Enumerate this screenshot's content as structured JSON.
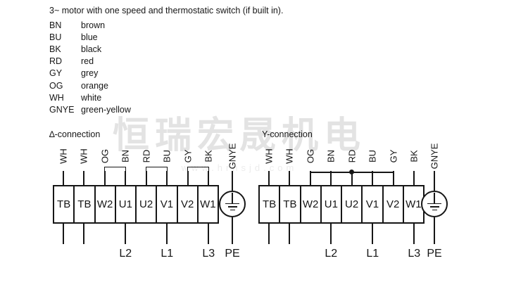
{
  "title": "3~ motor with one speed and thermostatic switch (if built in).",
  "legend": [
    {
      "code": "BN",
      "name": "brown"
    },
    {
      "code": "BU",
      "name": "blue"
    },
    {
      "code": "BK",
      "name": "black"
    },
    {
      "code": "RD",
      "name": "red"
    },
    {
      "code": "GY",
      "name": "grey"
    },
    {
      "code": "OG",
      "name": "orange"
    },
    {
      "code": "WH",
      "name": "white"
    },
    {
      "code": "GNYE",
      "name": "green-yellow"
    }
  ],
  "watermark": {
    "main": "恒瑞宏晟机电",
    "sub": "www.hrhsjd.com"
  },
  "diagrams": [
    {
      "id": "delta",
      "label": "∆-connection",
      "wires": [
        "WH",
        "WH",
        "OG",
        "BN",
        "RD",
        "BU",
        "GY",
        "BK"
      ],
      "terminals": [
        "TB",
        "TB",
        "W2",
        "U1",
        "U2",
        "V1",
        "V2",
        "W1"
      ],
      "bridges": [
        [
          2,
          3
        ],
        [
          4,
          5
        ],
        [
          6,
          7
        ]
      ],
      "star_bridge": null,
      "tb_stubs": [
        0,
        1
      ],
      "supply": [
        {
          "terminal": 3,
          "label": "L2"
        },
        {
          "terminal": 5,
          "label": "L1"
        },
        {
          "terminal": 7,
          "label": "L3"
        }
      ],
      "pe": {
        "wire": "GNYE",
        "label": "PE"
      }
    },
    {
      "id": "wye",
      "label": "Y-connection",
      "wires": [
        "WH",
        "WH",
        "OG",
        "BN",
        "RD",
        "BU",
        "GY",
        "BK"
      ],
      "terminals": [
        "TB",
        "TB",
        "W2",
        "U1",
        "U2",
        "V1",
        "V2",
        "W1"
      ],
      "bridges": [],
      "star_bridge": {
        "from": 2,
        "to": 6,
        "junction": 4
      },
      "tb_stubs": [
        0,
        1
      ],
      "supply": [
        {
          "terminal": 3,
          "label": "L2"
        },
        {
          "terminal": 5,
          "label": "L1"
        },
        {
          "terminal": 7,
          "label": "L3"
        }
      ],
      "pe": {
        "wire": "GNYE",
        "label": "PE"
      }
    }
  ]
}
